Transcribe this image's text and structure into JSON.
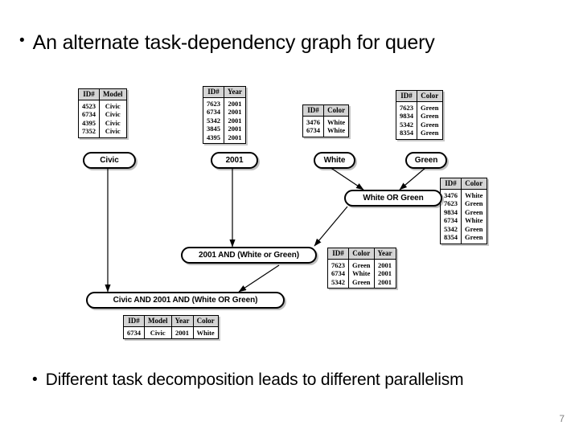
{
  "slide": {
    "page_number": "7",
    "bullet_marker": "•",
    "top_bullet": "An alternate task-dependency graph for query",
    "bottom_bullet": "Different task decomposition leads to different parallelism"
  },
  "diagram": {
    "tables": [
      {
        "id": "model-table",
        "columns": [
          "ID#",
          "Model"
        ],
        "rows": [
          [
            "4523",
            "Civic"
          ],
          [
            "6734",
            "Civic"
          ],
          [
            "4395",
            "Civic"
          ],
          [
            "7352",
            "Civic"
          ]
        ]
      },
      {
        "id": "year-table",
        "columns": [
          "ID#",
          "Year"
        ],
        "rows": [
          [
            "7623",
            "2001"
          ],
          [
            "6734",
            "2001"
          ],
          [
            "5342",
            "2001"
          ],
          [
            "3845",
            "2001"
          ],
          [
            "4395",
            "2001"
          ]
        ]
      },
      {
        "id": "white-color-table",
        "columns": [
          "ID#",
          "Color"
        ],
        "rows": [
          [
            "3476",
            "White"
          ],
          [
            "6734",
            "White"
          ]
        ]
      },
      {
        "id": "green-color-table",
        "columns": [
          "ID#",
          "Color"
        ],
        "rows": [
          [
            "7623",
            "Green"
          ],
          [
            "9834",
            "Green"
          ],
          [
            "5342",
            "Green"
          ],
          [
            "8354",
            "Green"
          ]
        ]
      },
      {
        "id": "white-or-green-table",
        "columns": [
          "ID#",
          "Color"
        ],
        "rows": [
          [
            "3476",
            "White"
          ],
          [
            "7623",
            "Green"
          ],
          [
            "9834",
            "Green"
          ],
          [
            "6734",
            "White"
          ],
          [
            "5342",
            "Green"
          ],
          [
            "8354",
            "Green"
          ]
        ]
      },
      {
        "id": "year-and-color-table",
        "columns": [
          "ID#",
          "Color",
          "Year"
        ],
        "rows": [
          [
            "7623",
            "Green",
            "2001"
          ],
          [
            "6734",
            "White",
            "2001"
          ],
          [
            "5342",
            "Green",
            "2001"
          ]
        ]
      },
      {
        "id": "final-result-table",
        "columns": [
          "ID#",
          "Model",
          "Year",
          "Color"
        ],
        "rows": [
          [
            "6734",
            "Civic",
            "2001",
            "White"
          ]
        ]
      }
    ],
    "nodes": [
      {
        "id": "node-civic",
        "label": "Civic"
      },
      {
        "id": "node-2001",
        "label": "2001"
      },
      {
        "id": "node-white",
        "label": "White"
      },
      {
        "id": "node-green",
        "label": "Green"
      },
      {
        "id": "node-white-or-green",
        "label": "White OR Green"
      },
      {
        "id": "node-2001-and",
        "label": "2001 AND (White or Green)"
      },
      {
        "id": "node-final",
        "label": "Civic AND 2001 AND (White OR Green)"
      }
    ]
  }
}
